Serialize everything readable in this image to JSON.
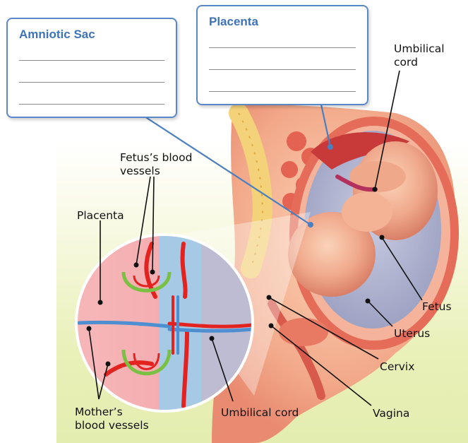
{
  "boxes": {
    "amniotic_sac": {
      "title": "Amniotic Sac",
      "blank_lines": 3
    },
    "placenta": {
      "title": "Placenta",
      "blank_lines": 3
    }
  },
  "labels": {
    "umbilical_cord_top": {
      "line1": "Umbilical",
      "line2": "cord"
    },
    "fetus_blood_vessels": {
      "line1": "Fetus’s blood",
      "line2": "vessels"
    },
    "placenta_inset": "Placenta",
    "fetus": "Fetus",
    "uterus": "Uterus",
    "cervix": "Cervix",
    "vagina": "Vagina",
    "umbilical_cord_inset": "Umbilical cord",
    "mothers_blood_vessels": {
      "line1": "Mother’s",
      "line2": "blood vessels"
    }
  },
  "colors": {
    "box_border": "#5a88c6",
    "box_title": "#3f73b9",
    "leader_blue": "#4a7fc0",
    "leader_black": "#111111"
  }
}
